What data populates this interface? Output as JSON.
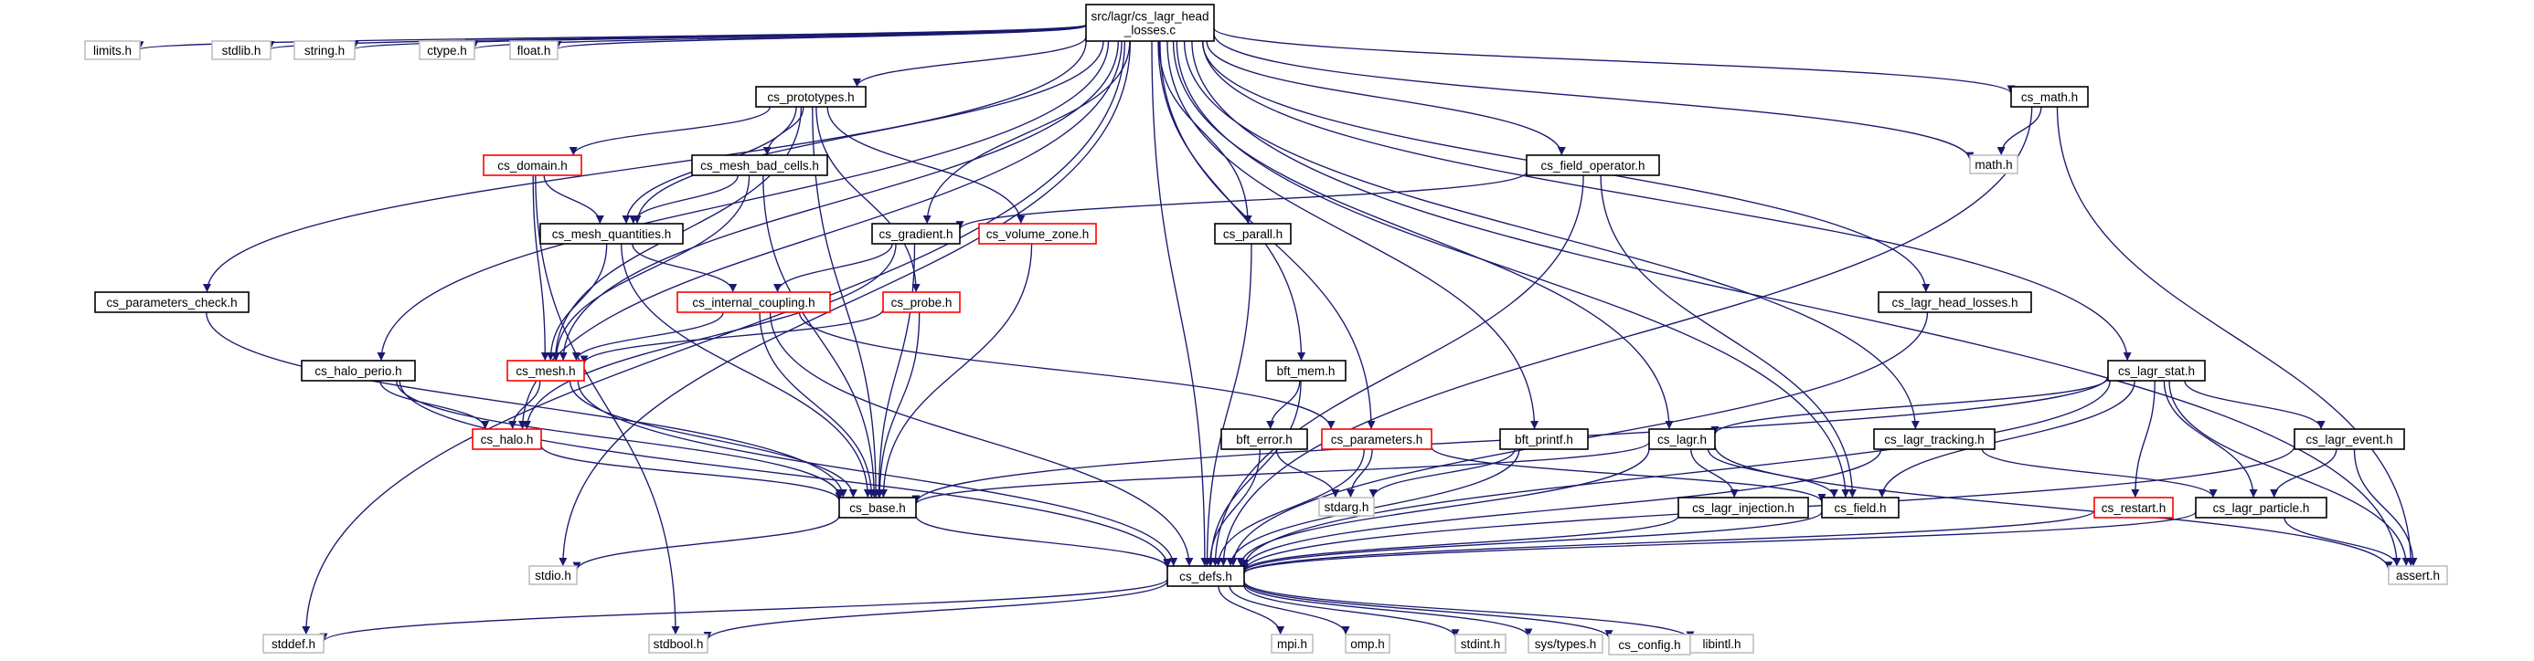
{
  "colors": {
    "edge": "#191970",
    "border_normal": "#000000",
    "border_truncated": "#ff0000",
    "border_external": "#bfbfbf",
    "root_fill": "#bfbfbf"
  },
  "nodes": [
    {
      "id": "root",
      "lines": [
        "src/lagr/cs_lagr_head",
        "_losses.c"
      ],
      "kind": "root"
    },
    {
      "id": "limits",
      "lines": [
        "limits.h"
      ],
      "kind": "external"
    },
    {
      "id": "stdlib",
      "lines": [
        "stdlib.h"
      ],
      "kind": "external"
    },
    {
      "id": "string",
      "lines": [
        "string.h"
      ],
      "kind": "external"
    },
    {
      "id": "ctype",
      "lines": [
        "ctype.h"
      ],
      "kind": "external"
    },
    {
      "id": "float",
      "lines": [
        "float.h"
      ],
      "kind": "external"
    },
    {
      "id": "prototypes",
      "lines": [
        "cs_prototypes.h"
      ],
      "kind": "normal"
    },
    {
      "id": "domain",
      "lines": [
        "cs_domain.h"
      ],
      "kind": "truncated"
    },
    {
      "id": "mesh_bad_cells",
      "lines": [
        "cs_mesh_bad_cells.h"
      ],
      "kind": "normal"
    },
    {
      "id": "mesh_quantities",
      "lines": [
        "cs_mesh_quantities.h"
      ],
      "kind": "normal"
    },
    {
      "id": "parameters_check",
      "lines": [
        "cs_parameters_check.h"
      ],
      "kind": "normal"
    },
    {
      "id": "gradient",
      "lines": [
        "cs_gradient.h"
      ],
      "kind": "normal"
    },
    {
      "id": "volume_zone",
      "lines": [
        "cs_volume_zone.h"
      ],
      "kind": "truncated"
    },
    {
      "id": "parall",
      "lines": [
        "cs_parall.h"
      ],
      "kind": "normal"
    },
    {
      "id": "field_operator",
      "lines": [
        "cs_field_operator.h"
      ],
      "kind": "normal"
    },
    {
      "id": "internal_coupling",
      "lines": [
        "cs_internal_coupling.h"
      ],
      "kind": "truncated"
    },
    {
      "id": "probe",
      "lines": [
        "cs_probe.h"
      ],
      "kind": "truncated"
    },
    {
      "id": "halo_perio",
      "lines": [
        "cs_halo_perio.h"
      ],
      "kind": "normal"
    },
    {
      "id": "mesh",
      "lines": [
        "cs_mesh.h"
      ],
      "kind": "truncated"
    },
    {
      "id": "halo",
      "lines": [
        "cs_halo.h"
      ],
      "kind": "truncated"
    },
    {
      "id": "bft_mem",
      "lines": [
        "bft_mem.h"
      ],
      "kind": "normal"
    },
    {
      "id": "bft_error",
      "lines": [
        "bft_error.h"
      ],
      "kind": "normal"
    },
    {
      "id": "parameters",
      "lines": [
        "cs_parameters.h"
      ],
      "kind": "truncated"
    },
    {
      "id": "bft_printf",
      "lines": [
        "bft_printf.h"
      ],
      "kind": "normal"
    },
    {
      "id": "lagr",
      "lines": [
        "cs_lagr.h"
      ],
      "kind": "normal"
    },
    {
      "id": "lagr_tracking",
      "lines": [
        "cs_lagr_tracking.h"
      ],
      "kind": "normal"
    },
    {
      "id": "lagr_head_losses",
      "lines": [
        "cs_lagr_head_losses.h"
      ],
      "kind": "normal"
    },
    {
      "id": "math",
      "lines": [
        "cs_math.h"
      ],
      "kind": "normal"
    },
    {
      "id": "math_h",
      "lines": [
        "math.h"
      ],
      "kind": "external"
    },
    {
      "id": "lagr_stat",
      "lines": [
        "cs_lagr_stat.h"
      ],
      "kind": "normal"
    },
    {
      "id": "lagr_event",
      "lines": [
        "cs_lagr_event.h"
      ],
      "kind": "normal"
    },
    {
      "id": "restart",
      "lines": [
        "cs_restart.h"
      ],
      "kind": "truncated"
    },
    {
      "id": "lagr_particle",
      "lines": [
        "cs_lagr_particle.h"
      ],
      "kind": "normal"
    },
    {
      "id": "base",
      "lines": [
        "cs_base.h"
      ],
      "kind": "normal"
    },
    {
      "id": "stdarg",
      "lines": [
        "stdarg.h"
      ],
      "kind": "external"
    },
    {
      "id": "lagr_injection",
      "lines": [
        "cs_lagr_injection.h"
      ],
      "kind": "normal"
    },
    {
      "id": "field",
      "lines": [
        "cs_field.h"
      ],
      "kind": "normal"
    },
    {
      "id": "stdio",
      "lines": [
        "stdio.h"
      ],
      "kind": "external"
    },
    {
      "id": "defs",
      "lines": [
        "cs_defs.h"
      ],
      "kind": "normal"
    },
    {
      "id": "assert",
      "lines": [
        "assert.h"
      ],
      "kind": "external"
    },
    {
      "id": "stddef",
      "lines": [
        "stddef.h"
      ],
      "kind": "external"
    },
    {
      "id": "stdbool",
      "lines": [
        "stdbool.h"
      ],
      "kind": "external"
    },
    {
      "id": "mpi",
      "lines": [
        "mpi.h"
      ],
      "kind": "external"
    },
    {
      "id": "omp",
      "lines": [
        "omp.h"
      ],
      "kind": "external"
    },
    {
      "id": "stdint",
      "lines": [
        "stdint.h"
      ],
      "kind": "external"
    },
    {
      "id": "sys_types",
      "lines": [
        "sys/types.h"
      ],
      "kind": "external"
    },
    {
      "id": "config",
      "lines": [
        "cs_config.h"
      ],
      "kind": "external"
    },
    {
      "id": "libintl",
      "lines": [
        "libintl.h"
      ],
      "kind": "external"
    }
  ],
  "edges": [
    [
      "root",
      "limits"
    ],
    [
      "root",
      "stdlib"
    ],
    [
      "root",
      "string"
    ],
    [
      "root",
      "ctype"
    ],
    [
      "root",
      "float"
    ],
    [
      "root",
      "prototypes"
    ],
    [
      "root",
      "mesh_quantities"
    ],
    [
      "root",
      "parameters_check"
    ],
    [
      "root",
      "gradient"
    ],
    [
      "root",
      "parall"
    ],
    [
      "root",
      "field_operator"
    ],
    [
      "root",
      "mesh"
    ],
    [
      "root",
      "halo"
    ],
    [
      "root",
      "halo_perio"
    ],
    [
      "root",
      "bft_mem"
    ],
    [
      "root",
      "parameters"
    ],
    [
      "root",
      "bft_printf"
    ],
    [
      "root",
      "lagr"
    ],
    [
      "root",
      "lagr_tracking"
    ],
    [
      "root",
      "lagr_head_losses"
    ],
    [
      "root",
      "math"
    ],
    [
      "root",
      "math_h"
    ],
    [
      "root",
      "lagr_stat"
    ],
    [
      "root",
      "field"
    ],
    [
      "root",
      "defs"
    ],
    [
      "root",
      "stdio"
    ],
    [
      "root",
      "stddef"
    ],
    [
      "root",
      "assert"
    ],
    [
      "prototypes",
      "domain"
    ],
    [
      "prototypes",
      "mesh_bad_cells"
    ],
    [
      "prototypes",
      "mesh_quantities"
    ],
    [
      "prototypes",
      "volume_zone"
    ],
    [
      "prototypes",
      "probe"
    ],
    [
      "prototypes",
      "mesh"
    ],
    [
      "prototypes",
      "base"
    ],
    [
      "domain",
      "mesh_quantities"
    ],
    [
      "domain",
      "mesh"
    ],
    [
      "domain",
      "stdbool"
    ],
    [
      "mesh_bad_cells",
      "mesh_quantities"
    ],
    [
      "mesh_bad_cells",
      "mesh"
    ],
    [
      "mesh_bad_cells",
      "base"
    ],
    [
      "mesh_quantities",
      "internal_coupling"
    ],
    [
      "mesh_quantities",
      "mesh"
    ],
    [
      "mesh_quantities",
      "base"
    ],
    [
      "parameters_check",
      "base"
    ],
    [
      "gradient",
      "internal_coupling"
    ],
    [
      "gradient",
      "halo"
    ],
    [
      "gradient",
      "base"
    ],
    [
      "volume_zone",
      "base"
    ],
    [
      "parall",
      "defs"
    ],
    [
      "field_operator",
      "gradient"
    ],
    [
      "field_operator",
      "field"
    ],
    [
      "field_operator",
      "defs"
    ],
    [
      "internal_coupling",
      "mesh"
    ],
    [
      "internal_coupling",
      "parameters"
    ],
    [
      "internal_coupling",
      "base"
    ],
    [
      "internal_coupling",
      "defs"
    ],
    [
      "probe",
      "mesh"
    ],
    [
      "probe",
      "base"
    ],
    [
      "halo_perio",
      "halo"
    ],
    [
      "halo_perio",
      "base"
    ],
    [
      "halo_perio",
      "defs"
    ],
    [
      "mesh",
      "halo"
    ],
    [
      "mesh",
      "base"
    ],
    [
      "mesh",
      "defs"
    ],
    [
      "halo",
      "base"
    ],
    [
      "bft_mem",
      "bft_error"
    ],
    [
      "bft_mem",
      "defs"
    ],
    [
      "bft_error",
      "stdarg"
    ],
    [
      "bft_error",
      "defs"
    ],
    [
      "parameters",
      "field"
    ],
    [
      "parameters",
      "stdarg"
    ],
    [
      "parameters",
      "defs"
    ],
    [
      "bft_printf",
      "stdarg"
    ],
    [
      "bft_printf",
      "defs"
    ],
    [
      "lagr",
      "base"
    ],
    [
      "lagr",
      "lagr_injection"
    ],
    [
      "lagr",
      "field"
    ],
    [
      "lagr",
      "defs"
    ],
    [
      "lagr",
      "assert"
    ],
    [
      "lagr_tracking",
      "lagr_particle"
    ],
    [
      "lagr_tracking",
      "defs"
    ],
    [
      "lagr_head_losses",
      "defs"
    ],
    [
      "math",
      "math_h"
    ],
    [
      "math",
      "defs"
    ],
    [
      "math",
      "assert"
    ],
    [
      "lagr_stat",
      "base"
    ],
    [
      "lagr_stat",
      "lagr"
    ],
    [
      "lagr_stat",
      "field"
    ],
    [
      "lagr_stat",
      "lagr_event"
    ],
    [
      "lagr_stat",
      "restart"
    ],
    [
      "lagr_stat",
      "lagr_particle"
    ],
    [
      "lagr_stat",
      "defs"
    ],
    [
      "lagr_stat",
      "assert"
    ],
    [
      "lagr_event",
      "lagr_particle"
    ],
    [
      "lagr_event",
      "defs"
    ],
    [
      "lagr_event",
      "assert"
    ],
    [
      "restart",
      "defs"
    ],
    [
      "lagr_particle",
      "defs"
    ],
    [
      "lagr_particle",
      "assert"
    ],
    [
      "base",
      "stdio"
    ],
    [
      "base",
      "defs"
    ],
    [
      "lagr_injection",
      "defs"
    ],
    [
      "field",
      "defs"
    ],
    [
      "defs",
      "stddef"
    ],
    [
      "defs",
      "stdbool"
    ],
    [
      "defs",
      "mpi"
    ],
    [
      "defs",
      "omp"
    ],
    [
      "defs",
      "stdint"
    ],
    [
      "defs",
      "sys_types"
    ],
    [
      "defs",
      "config"
    ],
    [
      "defs",
      "libintl"
    ]
  ]
}
